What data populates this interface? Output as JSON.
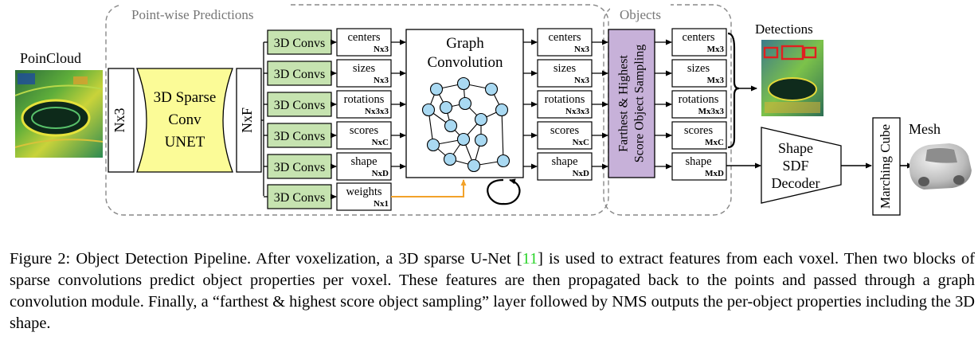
{
  "groups": {
    "pointwise_title": "Point-wise Predictions",
    "objects_title": "Objects"
  },
  "input": {
    "label": "PoinCloud",
    "image": "point-cloud-thumbnail"
  },
  "backbone": {
    "nx3": "Nx3",
    "unet_line1": "3D Sparse",
    "unet_line2": "Conv",
    "unet_line3": "UNET",
    "nxf": "NxF"
  },
  "conv_label": "3D Convs",
  "point_preds": [
    {
      "name": "centers",
      "dim": "Nx3"
    },
    {
      "name": "sizes",
      "dim": "Nx3"
    },
    {
      "name": "rotations",
      "dim": "Nx3x3"
    },
    {
      "name": "scores",
      "dim": "NxC"
    },
    {
      "name": "shape",
      "dim": "NxD"
    },
    {
      "name": "weights",
      "dim": "Nx1"
    }
  ],
  "graph": {
    "line1": "Graph",
    "line2": "Convolution"
  },
  "refined_preds": [
    {
      "name": "centers",
      "dim": "Nx3"
    },
    {
      "name": "sizes",
      "dim": "Nx3"
    },
    {
      "name": "rotations",
      "dim": "Nx3x3"
    },
    {
      "name": "scores",
      "dim": "NxC"
    },
    {
      "name": "shape",
      "dim": "NxD"
    }
  ],
  "sampling": {
    "line1": "Farthest & Highest",
    "line2": "Score Object Sampling"
  },
  "object_preds": [
    {
      "name": "centers",
      "dim": "Mx3"
    },
    {
      "name": "sizes",
      "dim": "Mx3"
    },
    {
      "name": "rotations",
      "dim": "Mx3x3"
    },
    {
      "name": "scores",
      "dim": "MxC"
    },
    {
      "name": "shape",
      "dim": "MxD"
    }
  ],
  "outputs": {
    "detections": "Detections",
    "decoder_line1": "Shape",
    "decoder_line2": "SDF",
    "decoder_line3": "Decoder",
    "marching": "Marching Cube",
    "mesh": "Mesh"
  },
  "colors": {
    "conv_fill": "#c6e3b0",
    "unet_fill": "#fbfb97",
    "sampling_fill": "#c7b1d9",
    "node_fill": "#a9d9f2",
    "weights_arrow": "#f2a22a",
    "citation": "#2bd42b"
  },
  "caption": {
    "part1": "Figure 2: Object Detection Pipeline. After voxelization, a 3D sparse U-Net [",
    "ref": "11",
    "part2": "] is used to extract features from each voxel. Then two blocks of sparse convolutions predict object properties per voxel. These features are then propagated back to the points and passed through a graph convolution module. Finally, a “farthest & highest score object sampling” layer followed by NMS outputs the per-object properties including the 3D shape."
  }
}
